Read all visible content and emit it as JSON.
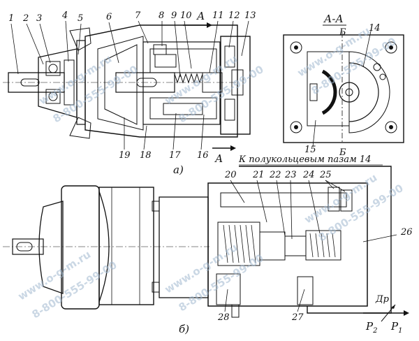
{
  "labels_top": [
    "1",
    "2",
    "3",
    "4",
    "5",
    "6",
    "7",
    "8",
    "9",
    "10",
    "11",
    "12",
    "13"
  ],
  "labels_top_bottom": [
    "19",
    "18",
    "17",
    "16"
  ],
  "label_a_marker_top": "А",
  "label_a_marker_bottom": "А",
  "section_title": "А-А",
  "section_b_top": "Б",
  "section_b_bottom": "Б",
  "section_labels": [
    "14",
    "15"
  ],
  "caption_a": "а)",
  "caption_b": "б)",
  "note_text": "К полукольцевым пазам 14",
  "labels_bottom_top": [
    "20",
    "21",
    "22",
    "23",
    "24",
    "25"
  ],
  "label_26": "26",
  "labels_bottom_low": [
    "28",
    "27"
  ],
  "dp_label": "Др",
  "p2_label": "P",
  "p2_sub": "2",
  "p1_label": "P",
  "p1_sub": "1",
  "watermark": [
    "www.o-g-m.ru",
    "8-800-555-99-00"
  ]
}
